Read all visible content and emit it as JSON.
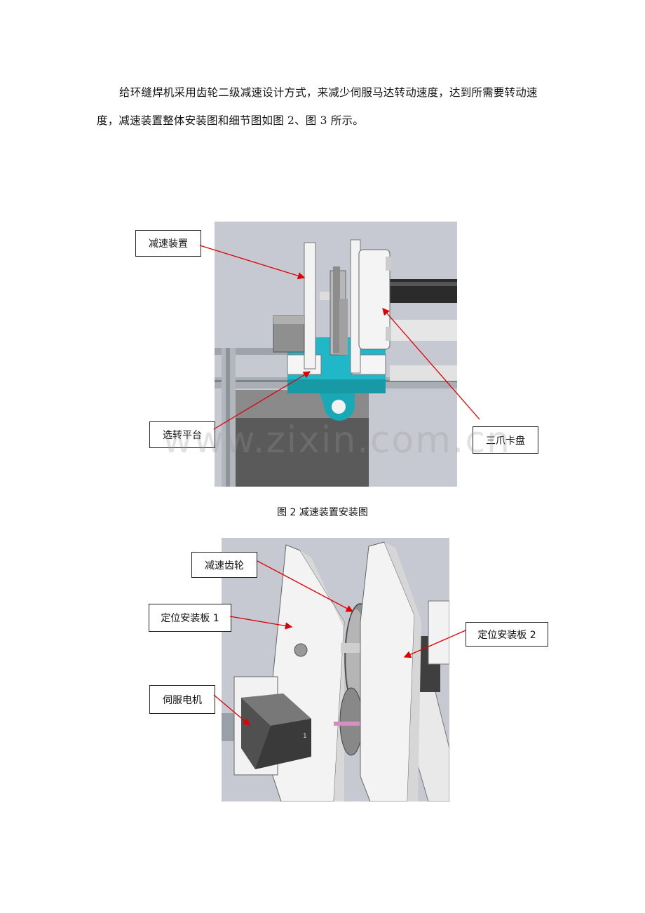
{
  "paragraph": {
    "text": "给环缝焊机采用齿轮二级减速设计方式，来减少伺服马达转动速度，达到所需要转动速度，减速装置整体安装图和细节图如图 2、图 3 所示。"
  },
  "figure2": {
    "caption": "图 2  减速装置安装图",
    "labels": {
      "reducer": "减速装置",
      "platform": "选转平台",
      "chuck": "三爪卡盘"
    }
  },
  "figure3": {
    "labels": {
      "gear": "减速齿轮",
      "plate1": "定位安装板 1",
      "plate2": "定位安装板 2",
      "motor": "伺服电机"
    },
    "motor_mark": "1"
  },
  "watermark": "www.zixin.com.cn",
  "colors": {
    "arrow": "#e00000",
    "render_bg": "#c5c8d0",
    "platform": "#20b8c8"
  }
}
